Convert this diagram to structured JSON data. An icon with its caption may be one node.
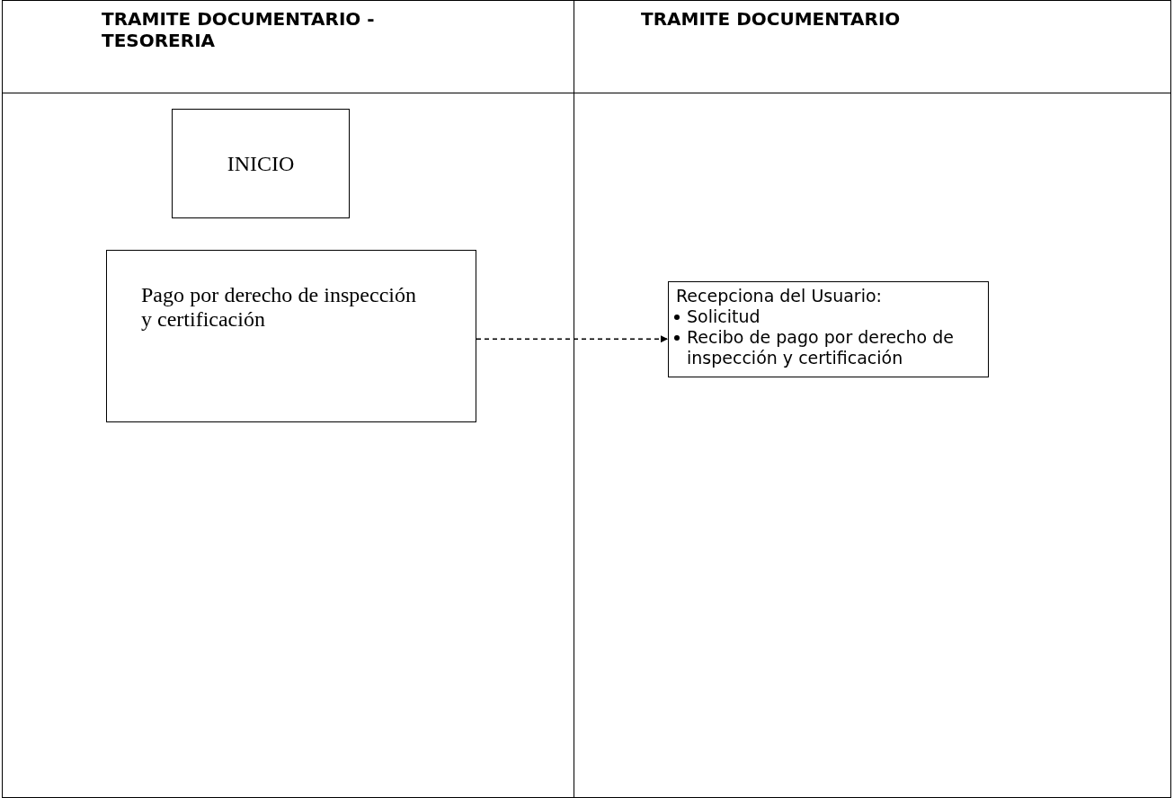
{
  "diagram": {
    "nodes": [
      {
        "text": [
          "TRAMITE DOCUMENTARIO - TESORERIA"
        ]
      },
      {
        "text": [
          "TRAMITE DOCUMENTARIO"
        ]
      },
      {
        "text": [
          "INICIO"
        ],
        "in": 0
      },
      {
        "text": [
          "Pago por derecho de inspección y certificación"
        ],
        "in": 0
      },
      {
        "text": [
          "Recepciona del Usuario:",
          "Solicitud",
          "Recibo de pago por derecho de inspección y certificación"
        ],
        "in": 1
      }
    ],
    "edges": [
      {
        "from": 3,
        "to": 4,
        "arrow": "to",
        "style": "dashed"
      }
    ]
  }
}
